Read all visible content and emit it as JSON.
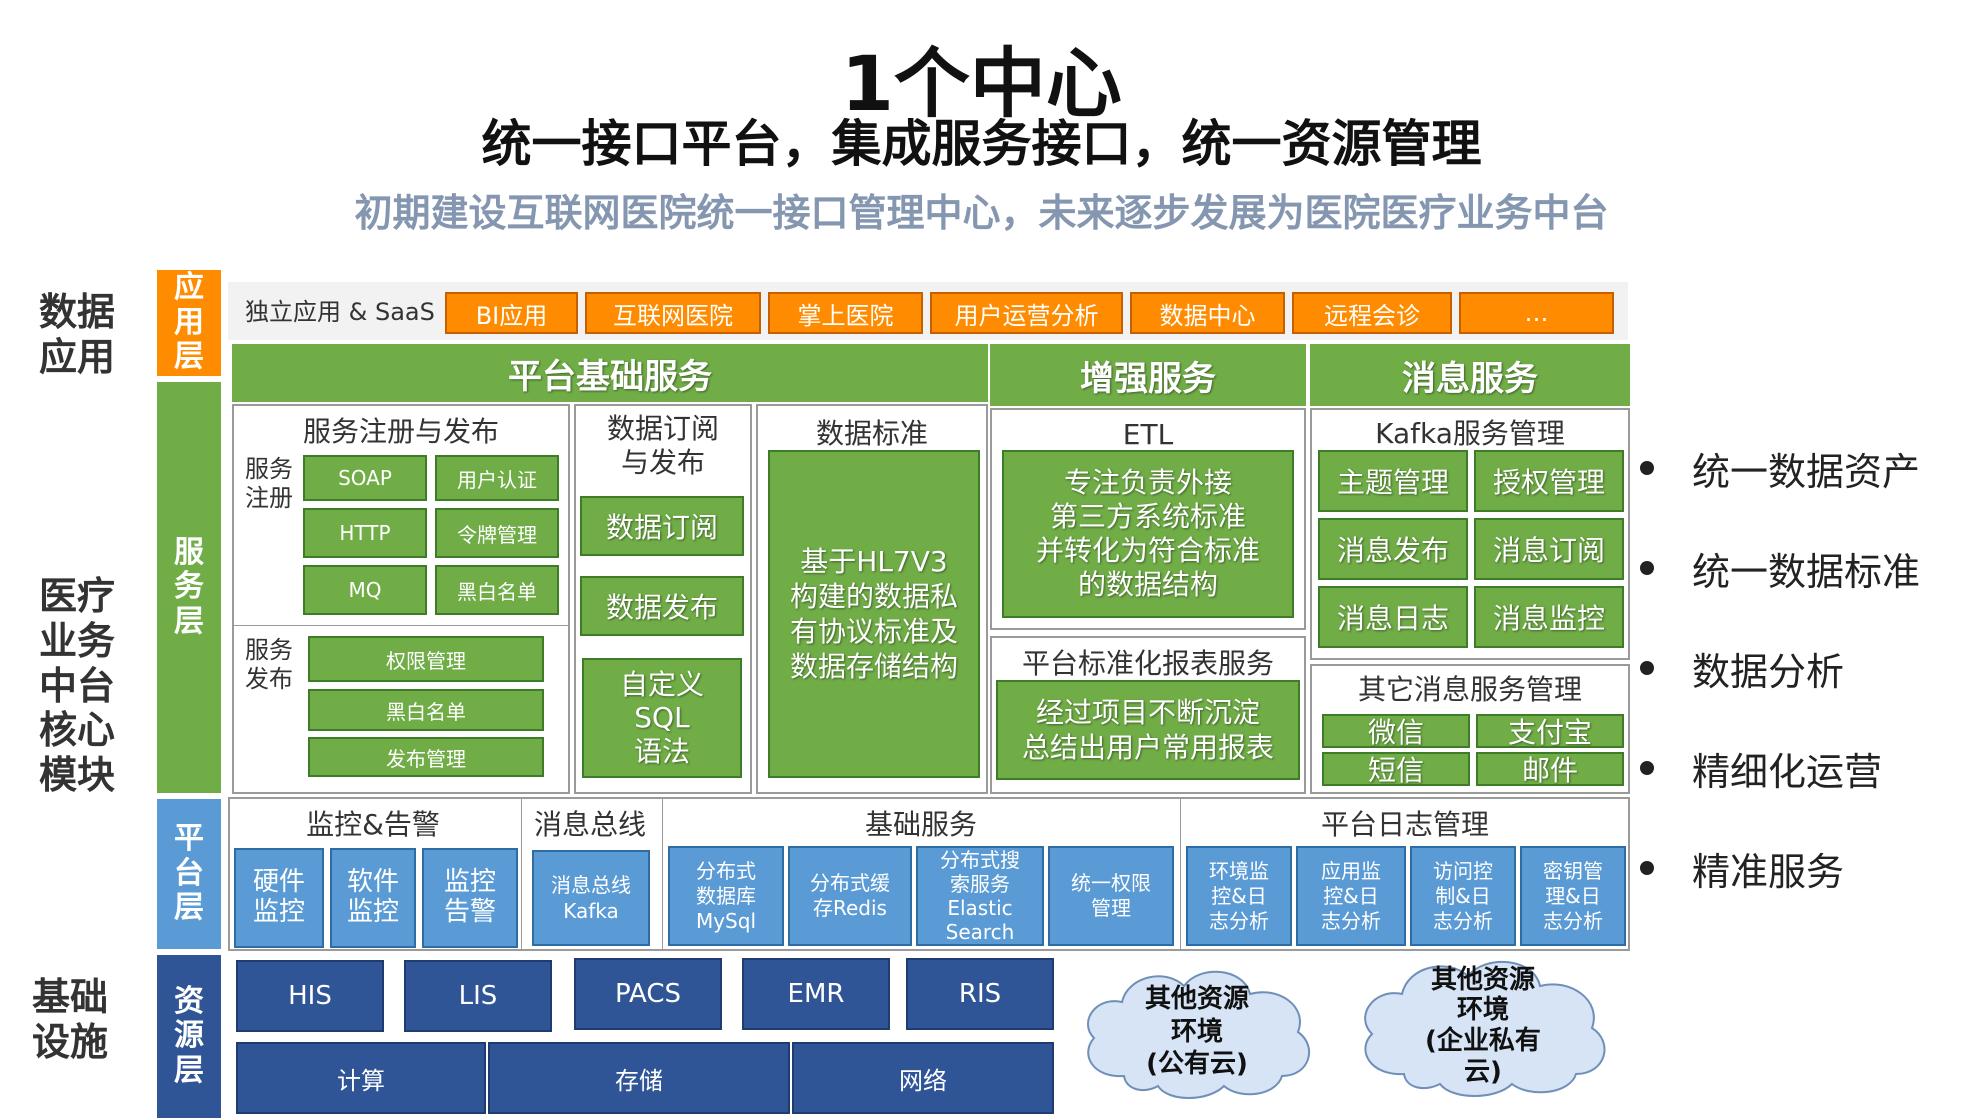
{
  "title": "1个中心",
  "subtitle": "统一接口平台，集成服务接口，统一资源管理",
  "tagline": "初期建设互联网医院统一接口管理中心，未来逐步发展为医院医疗业务中台",
  "side_labels": {
    "data_app": "数据\n应用",
    "medical_core": "医疗\n业务\n中台\n核心\n模块",
    "infrastructure": "基础\n设施"
  },
  "layers": {
    "app": "应\n用\n层",
    "service": "服\n务\n层",
    "platform": "平\n台\n层",
    "resource": "资\n源\n层"
  },
  "app_layer": {
    "label": "独立应用 & SaaS",
    "apps": [
      "BI应用",
      "互联网医院",
      "掌上医院",
      "用户运营分析",
      "数据中心",
      "远程会诊",
      "…"
    ]
  },
  "service_layer": {
    "platform_basic": {
      "header": "平台基础服务",
      "registry": {
        "title": "服务注册与发布",
        "register_label": "服务\n注册",
        "register_items": [
          "SOAP",
          "用户认证",
          "HTTP",
          "令牌管理",
          "MQ",
          "黑白名单"
        ],
        "publish_label": "服务\n发布",
        "publish_items": [
          "权限管理",
          "黑白名单",
          "发布管理"
        ]
      },
      "subscribe": {
        "title": "数据订阅\n与发布",
        "items": [
          "数据订阅",
          "数据发布",
          "自定义\nSQL\n语法"
        ]
      },
      "standard": {
        "title": "数据标准",
        "body": "基于HL7V3\n构建的数据私\n有协议标准及\n数据存储结构"
      }
    },
    "enhanced": {
      "header": "增强服务",
      "etl_title": "ETL",
      "etl_body": "专注负责外接\n第三方系统标准\n并转化为符合标准\n的数据结构",
      "report_title": "平台标准化报表服务",
      "report_body": "经过项目不断沉淀\n总结出用户常用报表"
    },
    "message": {
      "header": "消息服务",
      "kafka_title": "Kafka服务管理",
      "kafka_items": [
        "主题管理",
        "授权管理",
        "消息发布",
        "消息订阅",
        "消息日志",
        "消息监控"
      ],
      "other_title": "其它消息服务管理",
      "other_items": [
        "微信",
        "支付宝",
        "短信",
        "邮件"
      ]
    }
  },
  "platform_layer": {
    "monitor": {
      "title": "监控&告警",
      "items": [
        "硬件\n监控",
        "软件\n监控",
        "监控\n告警"
      ]
    },
    "bus": {
      "title": "消息总线",
      "item": "消息总线\nKafka"
    },
    "basic": {
      "title": "基础服务",
      "items": [
        "分布式\n数据库\nMySql",
        "分布式缓\n存Redis",
        "分布式搜\n索服务\nElastic\nSearch",
        "统一权限\n管理"
      ]
    },
    "log": {
      "title": "平台日志管理",
      "items": [
        "环境监\n控&日\n志分析",
        "应用监\n控&日\n志分析",
        "访问控\n制&日\n志分析",
        "密钥管\n理&日\n志分析"
      ]
    }
  },
  "resource_layer": {
    "systems": [
      "HIS",
      "LIS",
      "PACS",
      "EMR",
      "RIS"
    ],
    "infra": [
      "计算",
      "存储",
      "网络"
    ],
    "cloud_public": "其他资源\n环境\n(公有云)",
    "cloud_private": "其他资源\n环境\n(企业私有\n云)"
  },
  "bullets": [
    "统一数据资产",
    "统一数据标准",
    "数据分析",
    "精细化运营",
    "精准服务"
  ],
  "colors": {
    "green": "#70ad47",
    "orange": "#ff8c00",
    "blue": "#5b9bd5",
    "navy": "#2f5597",
    "tagline": "#8496b0"
  }
}
